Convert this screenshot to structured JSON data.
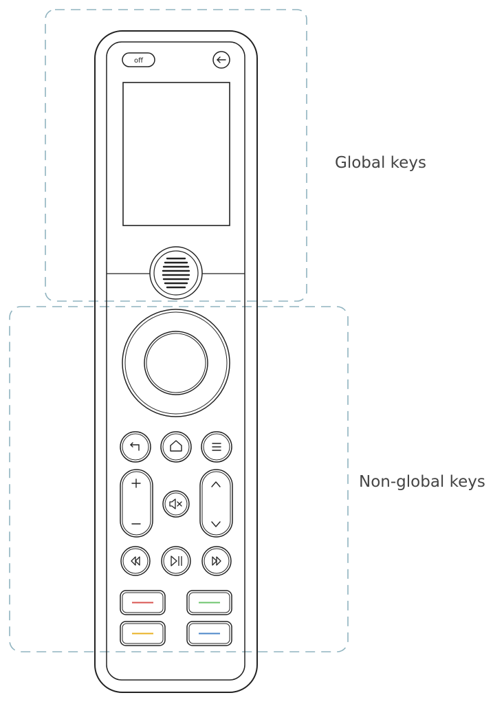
{
  "labels": {
    "global_keys": "Global keys",
    "non_global_keys": "Non-global keys"
  },
  "buttons": {
    "off_label": "off"
  },
  "colors": {
    "outline": "#222222",
    "region_dash": "#8fb3bf",
    "label_text": "#444444",
    "red_key": "#d9534f",
    "green_key": "#6cc46c",
    "yellow_key": "#e8b020",
    "blue_key": "#4a86c8"
  },
  "icons": [
    "back-arrow-icon",
    "return-icon",
    "home-icon",
    "menu-icon",
    "plus-icon",
    "minus-icon",
    "mute-icon",
    "chevron-up-icon",
    "chevron-down-icon",
    "rewind-icon",
    "play-pause-icon",
    "fast-forward-icon"
  ]
}
